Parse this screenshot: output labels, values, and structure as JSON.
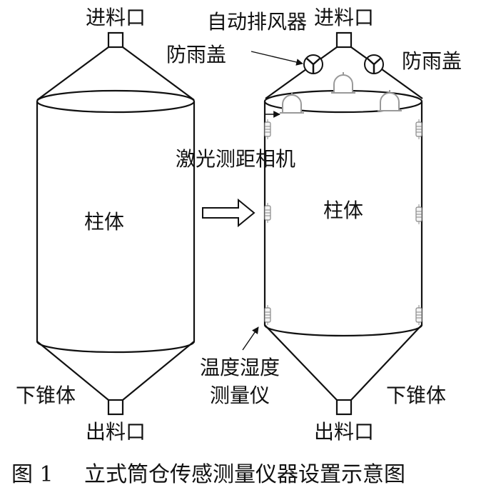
{
  "left_silo": {
    "inlet_label": "进料口",
    "body_label": "柱体",
    "cone_label": "下锥体",
    "outlet_label": "出料口"
  },
  "right_silo": {
    "inlet_label": "进料口",
    "fan_label": "自动排风器",
    "rain_cover_left_label": "防雨盖",
    "rain_cover_right_label": "防雨盖",
    "camera_label": "激光测距相机",
    "body_label": "柱体",
    "sensor_label_line1": "温度湿度",
    "sensor_label_line2": "测量仪",
    "cone_label": "下锥体",
    "outlet_label": "出料口"
  },
  "caption": {
    "number": "图 1",
    "text": "立式筒仓传感测量仪器设置示意图"
  }
}
